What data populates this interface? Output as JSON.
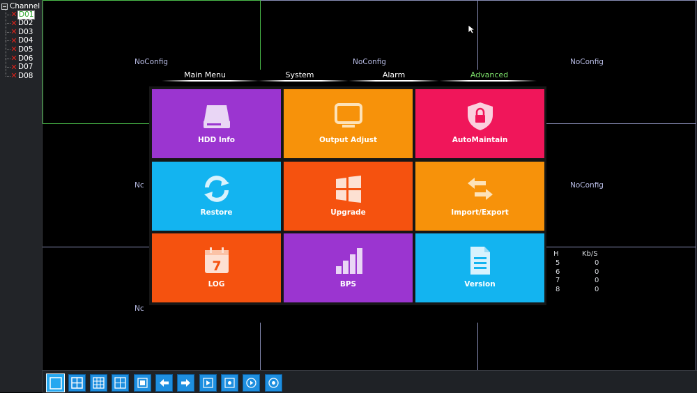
{
  "sidebar": {
    "root_label": "Channel",
    "channels": [
      {
        "label": "D01",
        "selected": true
      },
      {
        "label": "D02",
        "selected": false
      },
      {
        "label": "D03",
        "selected": false
      },
      {
        "label": "D04",
        "selected": false
      },
      {
        "label": "D05",
        "selected": false
      },
      {
        "label": "D06",
        "selected": false
      },
      {
        "label": "D07",
        "selected": false
      },
      {
        "label": "D08",
        "selected": false
      }
    ]
  },
  "grid": {
    "noconfig": [
      "NoConfig",
      "NoConfig",
      "NoConfig",
      "Nc",
      "NoConfig",
      "Nc"
    ]
  },
  "stats": {
    "headers": [
      "H",
      "Kb/S"
    ],
    "rows": [
      {
        "ch": "5",
        "kbs": "0"
      },
      {
        "ch": "6",
        "kbs": "0"
      },
      {
        "ch": "7",
        "kbs": "0"
      },
      {
        "ch": "8",
        "kbs": "0"
      }
    ]
  },
  "menu": {
    "tabs": [
      {
        "label": "Main Menu",
        "active": false
      },
      {
        "label": "System",
        "active": false
      },
      {
        "label": "Alarm",
        "active": false
      },
      {
        "label": "Advanced",
        "active": true
      }
    ],
    "tiles": [
      {
        "label": "HDD Info",
        "color": "#9b35d0",
        "icon": "hdd-icon"
      },
      {
        "label": "Output Adjust",
        "color": "#f7920a",
        "icon": "monitor-icon"
      },
      {
        "label": "AutoMaintain",
        "color": "#f0165a",
        "icon": "shield-lock-icon"
      },
      {
        "label": "Restore",
        "color": "#13b4f0",
        "icon": "refresh-icon"
      },
      {
        "label": "Upgrade",
        "color": "#f5520f",
        "icon": "windows-icon"
      },
      {
        "label": "Import/Export",
        "color": "#f7920a",
        "icon": "swap-arrows-icon"
      },
      {
        "label": "LOG",
        "color": "#f5520f",
        "icon": "calendar-icon"
      },
      {
        "label": "BPS",
        "color": "#9b35d0",
        "icon": "bars-icon"
      },
      {
        "label": "Version",
        "color": "#13b4f0",
        "icon": "document-icon"
      }
    ],
    "calendar_day": "7"
  },
  "toolbar": {
    "buttons": [
      "single-view-icon",
      "quad-view-icon",
      "nine-view-icon",
      "sixteen-view-icon",
      "fullscreen-icon",
      "previous-arrow-icon",
      "next-arrow-icon",
      "play-icon",
      "record-icon",
      "playback-icon",
      "snapshot-icon"
    ]
  },
  "colors": {
    "accent_blue": "#1e8fe0",
    "active_tab_green": "#7ee36b",
    "grid_line": "#8a8fb8",
    "error_red": "#e0231b"
  }
}
